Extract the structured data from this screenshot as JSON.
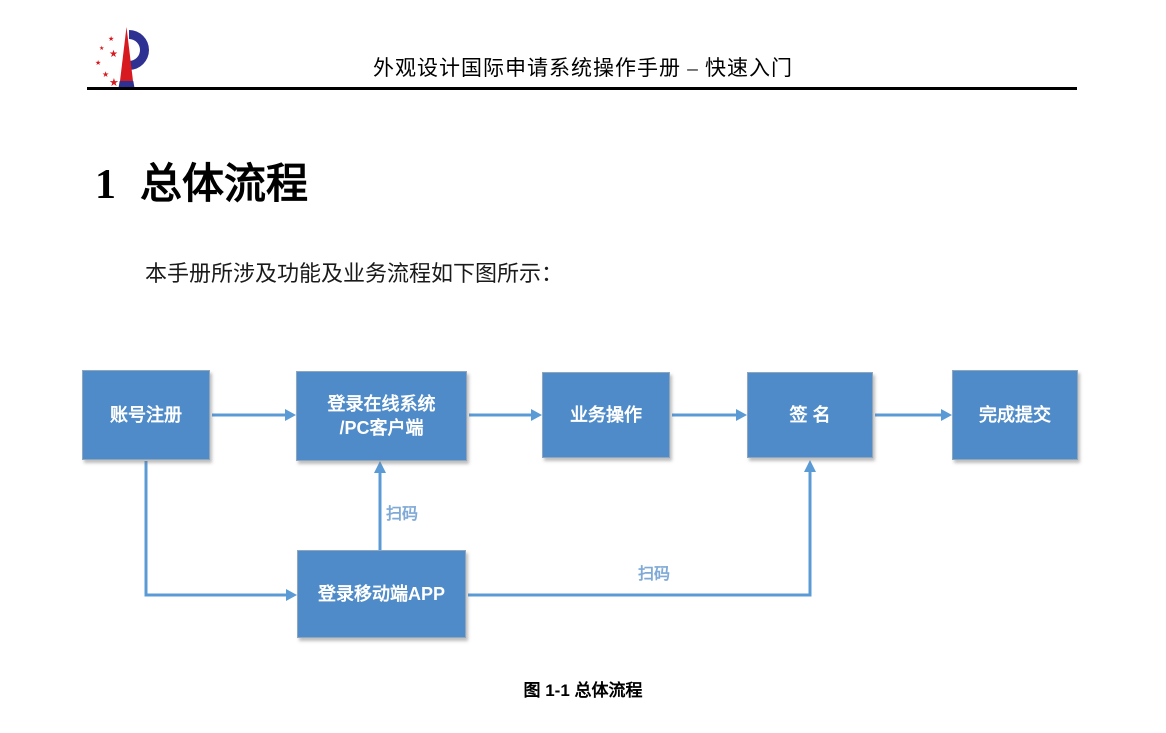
{
  "page": {
    "header": {
      "title": "外观设计国际申请系统操作手册 – 快速入门",
      "logo_name": "cnipa-logo"
    },
    "heading": {
      "number": "1",
      "title": "总体流程"
    },
    "intro": "本手册所涉及功能及业务流程如下图所示：",
    "flowchart": {
      "boxes": [
        {
          "id": "register",
          "label": "账号注册"
        },
        {
          "id": "login-online",
          "label": "登录在线系统\n/PC客户端"
        },
        {
          "id": "operations",
          "label": "业务操作"
        },
        {
          "id": "sign",
          "label": "签 名"
        },
        {
          "id": "submit",
          "label": "完成提交"
        },
        {
          "id": "login-mobile",
          "label": "登录移动端APP"
        }
      ],
      "edge_labels": [
        {
          "id": "scan-vertical",
          "label": "扫码"
        },
        {
          "id": "scan-horizontal",
          "label": "扫码"
        }
      ],
      "colors": {
        "box_fill": "#4E8BC8",
        "box_text": "#FFFFFF",
        "arrow": "#5B9BD5",
        "edge_label_text": "#7FA9D6"
      }
    },
    "caption": "图 1-1 总体流程"
  }
}
